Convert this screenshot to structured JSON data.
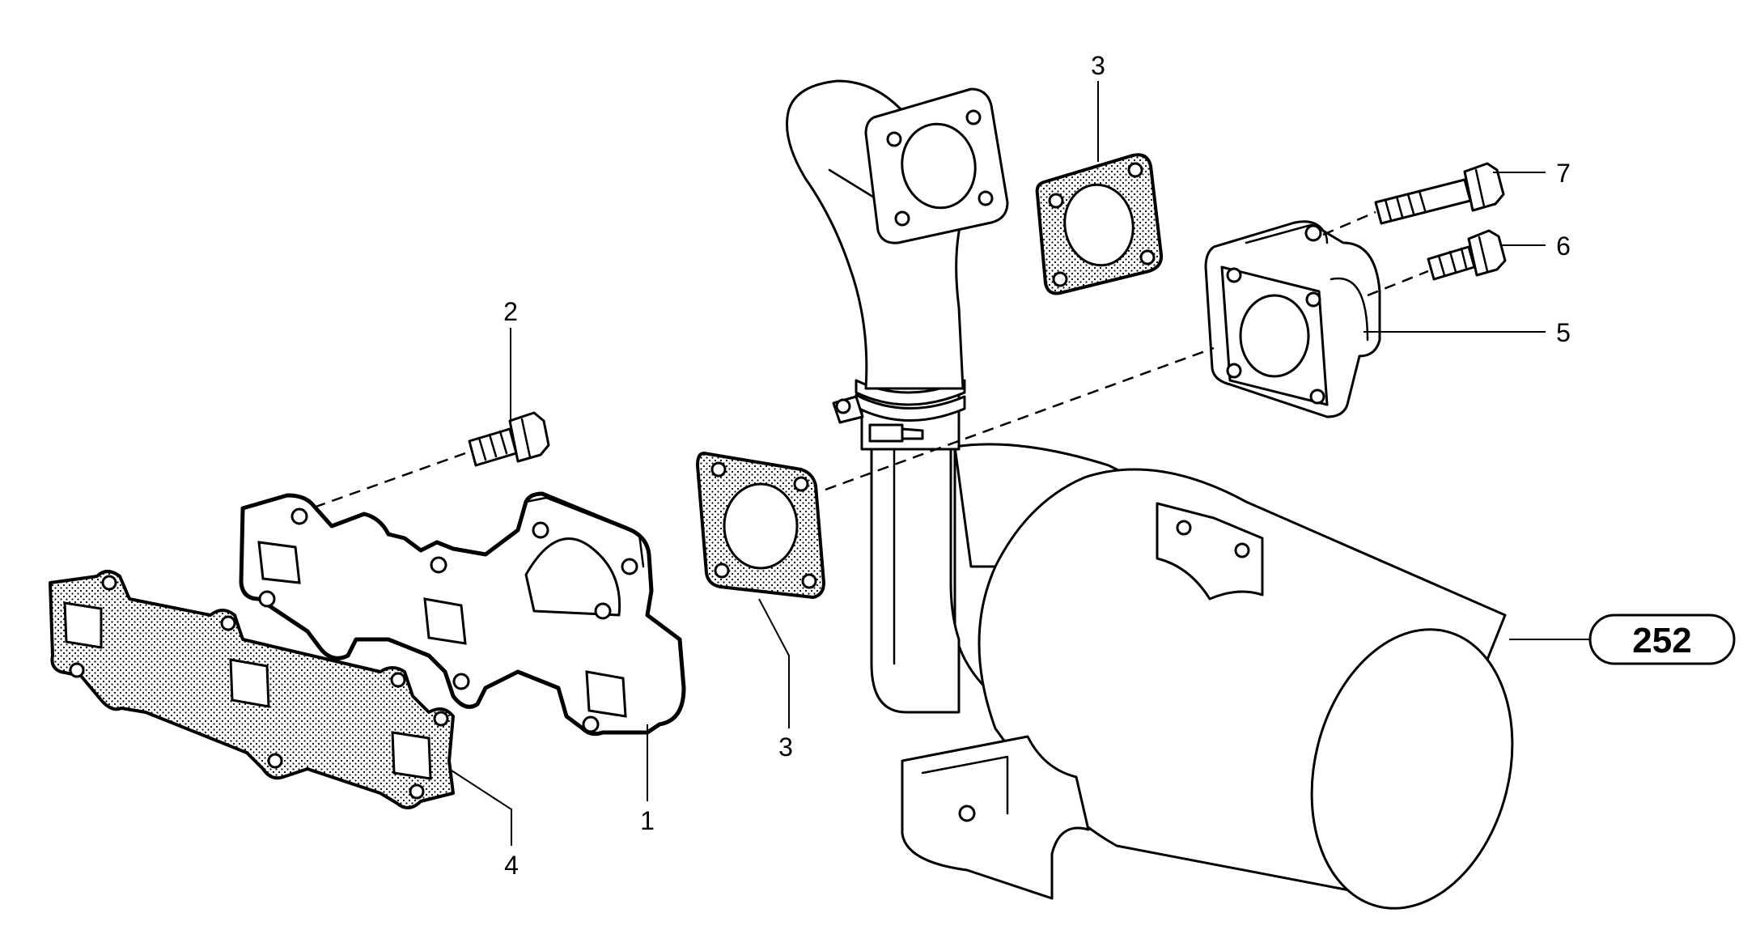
{
  "callouts": {
    "manifold": "1",
    "manifold_bolt": "2",
    "gasket_upper": "3",
    "gasket_lower": "3",
    "manifold_gasket": "4",
    "elbow_flange": "5",
    "flange_bolt_short": "6",
    "flange_bolt_long": "7"
  },
  "reference": {
    "label": "252"
  },
  "colors": {
    "line": "#000000",
    "background": "#ffffff"
  }
}
